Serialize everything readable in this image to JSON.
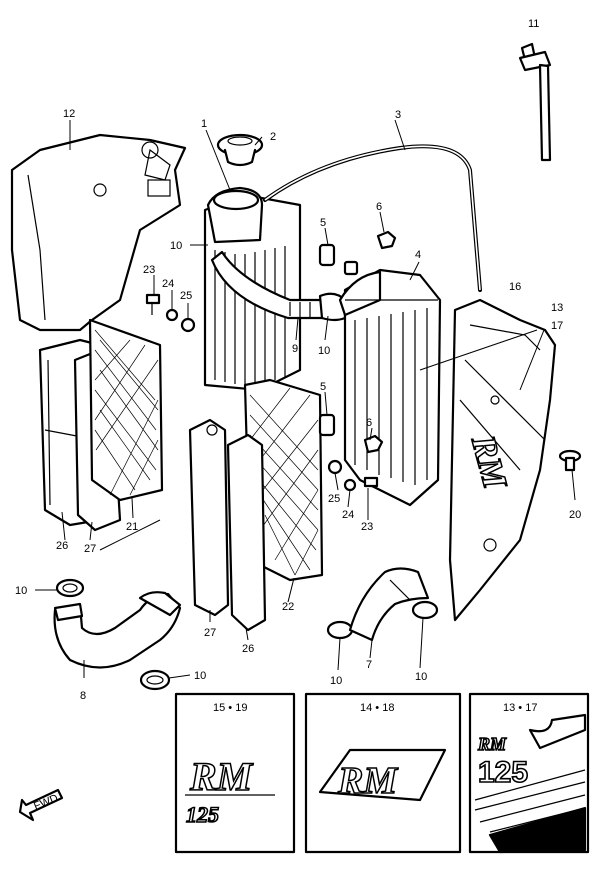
{
  "callouts": {
    "c1": "1",
    "c2": "2",
    "c3": "3",
    "c4": "4",
    "c5a": "5",
    "c5b": "5",
    "c6a": "6",
    "c6b": "6",
    "c7": "7",
    "c8": "8",
    "c9": "9",
    "c10a": "10",
    "c10b": "10",
    "c10c": "10",
    "c10d": "10",
    "c10e": "10",
    "c11": "11",
    "c12": "12",
    "c13a": "13",
    "c17a": "17",
    "c16": "16",
    "c20": "20",
    "c21": "21",
    "c22": "22",
    "c23a": "23",
    "c23b": "23",
    "c24a": "24",
    "c24b": "24",
    "c25a": "25",
    "c25b": "25",
    "c26a": "26",
    "c26b": "26",
    "c27a": "27",
    "c27b": "27"
  },
  "decal_boxes": [
    {
      "label": "15 • 19",
      "logo": "RM",
      "model": "125"
    },
    {
      "label": "14 • 18",
      "logo": "RM"
    },
    {
      "label": "13 • 17",
      "logo": "RM",
      "model": "125"
    }
  ],
  "fwd_label": "FWD"
}
